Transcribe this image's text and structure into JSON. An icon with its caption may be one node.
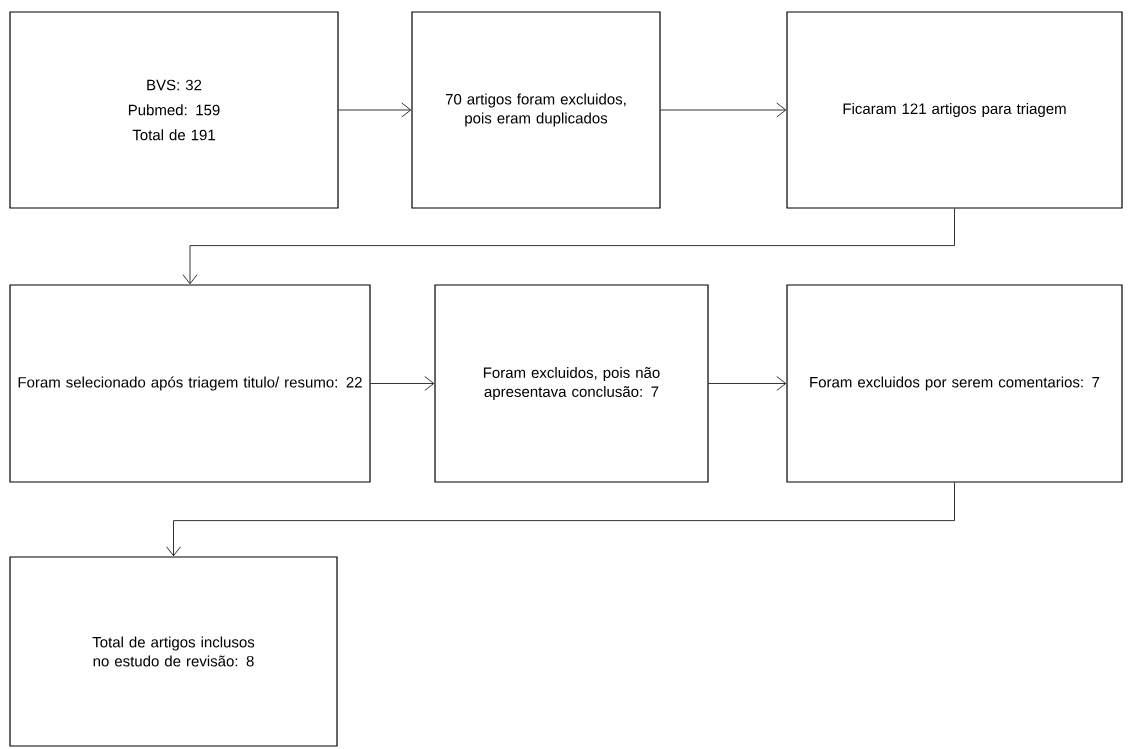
{
  "diagram": {
    "nodes": [
      {
        "text": [
          "BVS: 32",
          "Pubmed: 159",
          "Total de 191"
        ]
      },
      {
        "text": [
          "70 artigos foram excluidos, pois eram duplicados"
        ]
      },
      {
        "text": [
          "Ficaram 121 artigos para triagem"
        ]
      },
      {
        "text": [
          "Foram selecionado após triagem titulo/ resumo: 22"
        ]
      },
      {
        "text": [
          "Foram excluidos, pois não apresentava conclusão: 7"
        ]
      },
      {
        "text": [
          "Foram excluidos por serem comentarios: 7"
        ]
      },
      {
        "text": [
          "Total de artigos inclusos no estudo de revisão: 8"
        ]
      }
    ],
    "edges": [
      {
        "from": 0,
        "to": 1,
        "arrow": "to"
      },
      {
        "from": 1,
        "to": 2,
        "arrow": "to"
      },
      {
        "from": 2,
        "to": 3,
        "arrow": "to"
      },
      {
        "from": 3,
        "to": 4,
        "arrow": "to"
      },
      {
        "from": 4,
        "to": 5,
        "arrow": "to"
      },
      {
        "from": 5,
        "to": 6,
        "arrow": "to"
      }
    ]
  }
}
